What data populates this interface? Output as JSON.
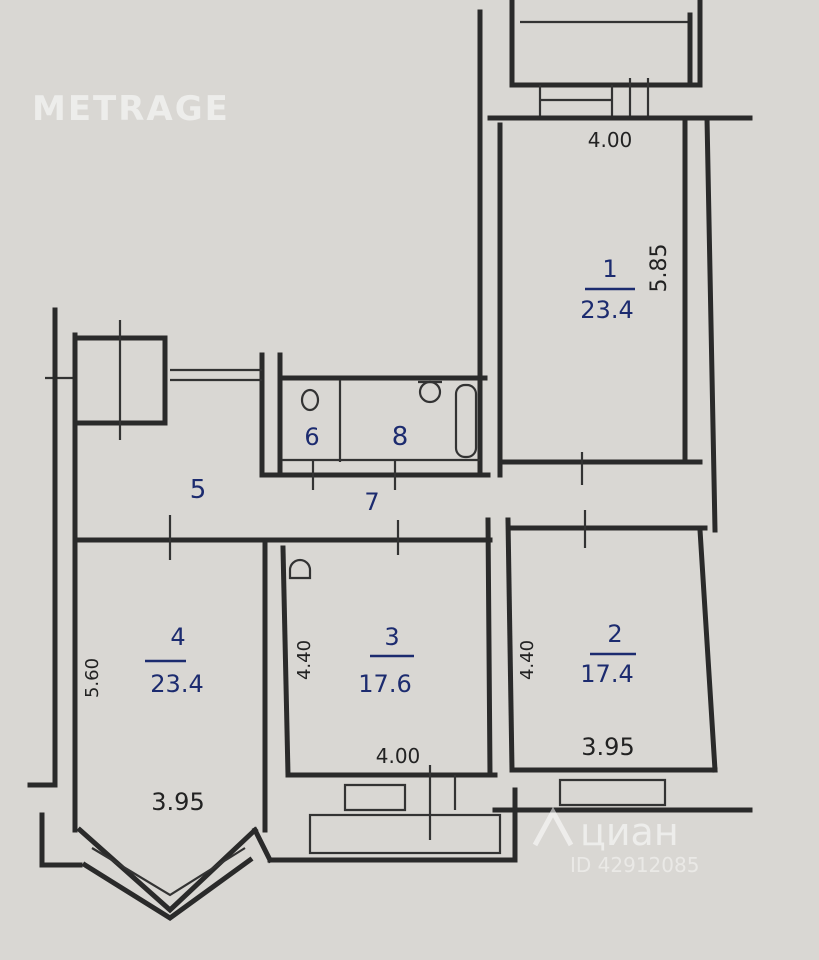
{
  "watermarks": {
    "top_left": "METRAGE",
    "bottom_right_logo": "циан",
    "bottom_right_id": "ID 42912085"
  },
  "rooms": [
    {
      "number": "1",
      "area": "23.4"
    },
    {
      "number": "2",
      "area": "17.4"
    },
    {
      "number": "3",
      "area": "17.6"
    },
    {
      "number": "4",
      "area": "23.4"
    },
    {
      "number": "5"
    },
    {
      "number": "6"
    },
    {
      "number": "7"
    },
    {
      "number": "8"
    }
  ],
  "dimensions": {
    "room1_width": "4.00",
    "room1_length": "5.85",
    "room2_width": "3.95",
    "room2_length": "4.40",
    "room3_width": "4.00",
    "room3_length": "4.40",
    "room4_width": "3.95",
    "room4_length": "5.60"
  },
  "colors": {
    "paper": "#d9d7d3",
    "ink_walls": "#2a2a2a",
    "ink_labels": "#1c2b6f"
  }
}
